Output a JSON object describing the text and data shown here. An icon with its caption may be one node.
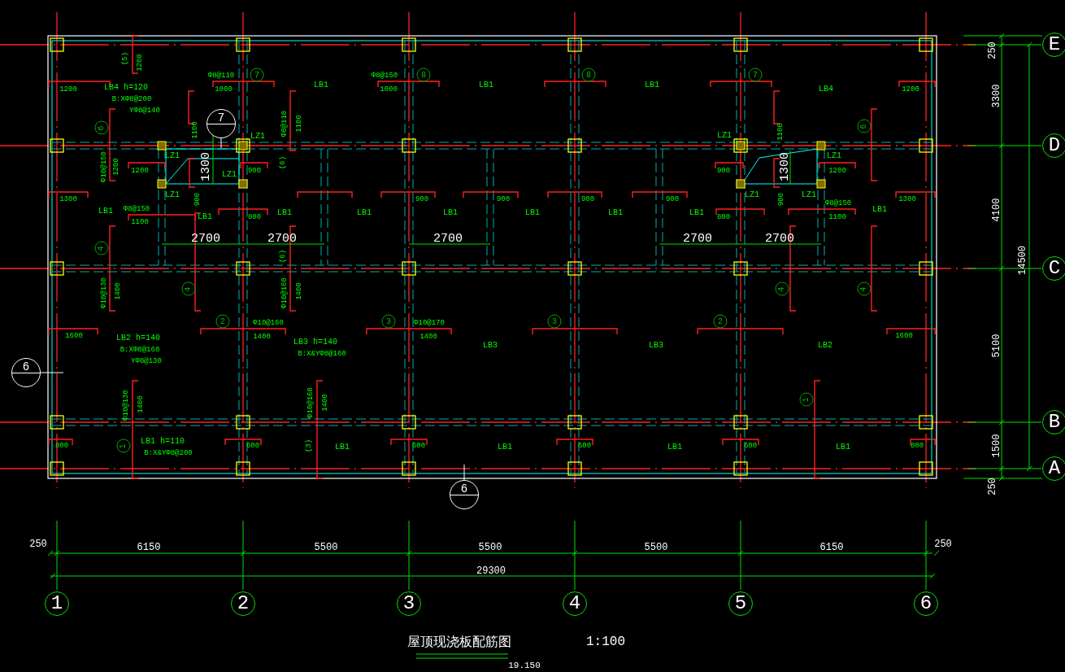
{
  "diagram": {
    "title": "屋顶现浇板配筋图",
    "nodes": [
      {
        "text": [
          "E"
        ]
      },
      {
        "text": [
          "7"
        ]
      },
      {
        "text": [
          "8"
        ]
      },
      {
        "text": [
          "8"
        ]
      },
      {
        "text": [
          "7"
        ]
      },
      {
        "text": [
          "7"
        ]
      },
      {
        "text": [
          "6"
        ]
      },
      {
        "text": [
          "6"
        ]
      },
      {
        "text": [
          "D"
        ]
      },
      {
        "text": [
          "4"
        ]
      },
      {
        "text": [
          "C"
        ]
      },
      {
        "text": [
          "4"
        ]
      },
      {
        "text": [
          "4"
        ]
      },
      {
        "text": [
          "4"
        ]
      },
      {
        "text": [
          "2"
        ]
      },
      {
        "text": [
          "3"
        ]
      },
      {
        "text": [
          "3"
        ]
      },
      {
        "text": [
          "2"
        ]
      },
      {
        "text": [
          "6"
        ]
      },
      {
        "text": [
          "1"
        ]
      },
      {
        "text": [
          "B"
        ]
      },
      {
        "text": [
          "1"
        ]
      },
      {
        "text": [
          "A"
        ]
      },
      {
        "text": [
          "6"
        ]
      },
      {
        "text": [
          "1"
        ]
      },
      {
        "text": [
          "2"
        ]
      },
      {
        "text": [
          "3"
        ]
      },
      {
        "text": [
          "4"
        ]
      },
      {
        "text": [
          "5"
        ]
      },
      {
        "text": [
          "6"
        ]
      }
    ],
    "labels": [
      "(5)",
      "1200",
      "Φ8@110",
      "Φ8@150",
      "1200",
      "LB4 h=120",
      "1000",
      "1000",
      "LB1",
      "LB1",
      "LB1",
      "LB4",
      "1200",
      "B:XΦ8@200",
      "YΦ8@140",
      "1100",
      "Φ8@110",
      "1100",
      "LZ1",
      "LZ1",
      "1100",
      "LZ1",
      "LZ1",
      "Φ10@150",
      "1200",
      "1200",
      "1300",
      "900",
      "(6)",
      "LZ1",
      "900",
      "1300",
      "1200",
      "LZ1",
      "900",
      "1300",
      "900",
      "900",
      "900",
      "900",
      "LZ1",
      "900",
      "LZ1",
      "1300",
      "Φ8@150",
      "Φ8@150",
      "LB1",
      "LB1",
      "LB1",
      "LB1",
      "LB1",
      "LB1",
      "LB1",
      "LB1",
      "LB1",
      "1100",
      "800",
      "800",
      "1100",
      "2700",
      "2700",
      "2700",
      "2700",
      "2700",
      "(6)",
      "Φ10@130",
      "1400",
      "Φ10@160",
      "1400",
      "Φ10@160",
      "Φ10@170",
      "1600",
      "1400",
      "1400",
      "1600",
      "LB2 h=140",
      "LB3 h=140",
      "LB3",
      "LB3",
      "LB2",
      "B:XΦ8@160",
      "B:X&YΦ8@160",
      "YΦ8@130",
      "Φ10@130",
      "1400",
      "Φ10@160",
      "1400",
      "LB1 h=110",
      "800",
      "600",
      "(3)",
      "LB1",
      "600",
      "LB1",
      "600",
      "LB1",
      "600",
      "LB1",
      "800",
      "B:X&YΦ8@200",
      "250",
      "3300",
      "4100",
      "14500",
      "5100",
      "1500",
      "250",
      "250",
      "6150",
      "5500",
      "5500",
      "5500",
      "6150",
      "250",
      "29300",
      "1:100",
      "19.150"
    ]
  }
}
